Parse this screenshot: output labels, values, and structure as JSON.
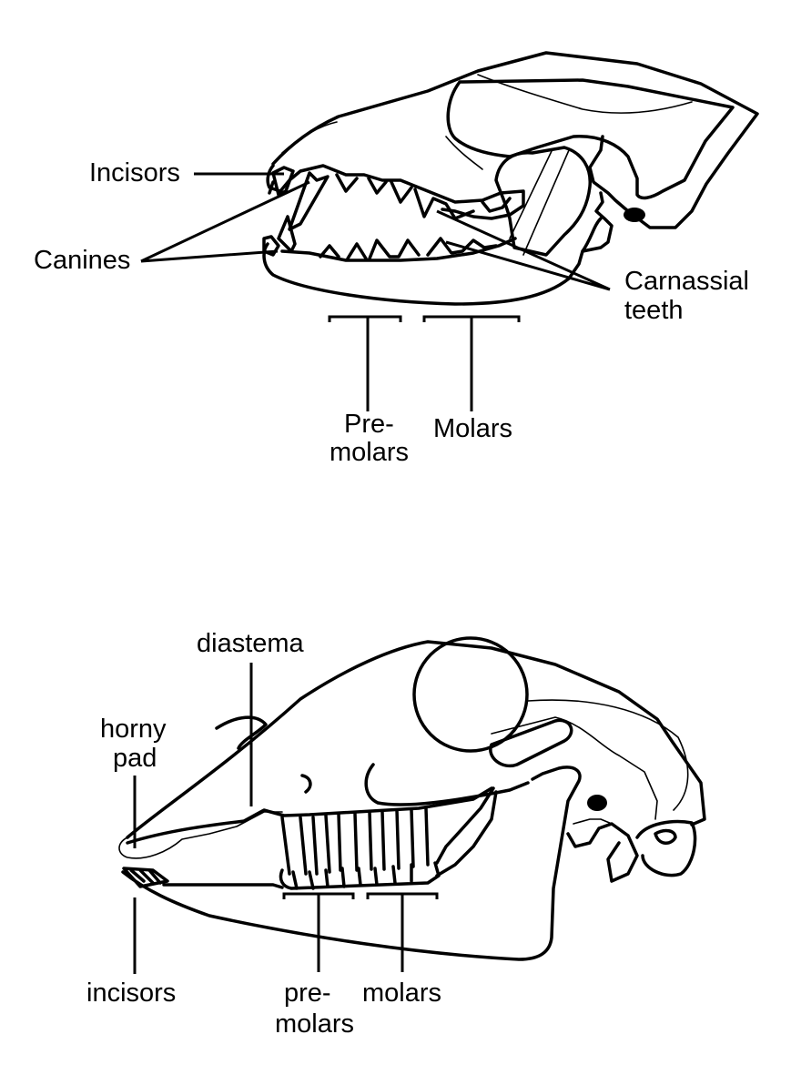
{
  "carnivore": {
    "labels": {
      "incisors": "Incisors",
      "canines": "Canines",
      "carnassial_line1": "Carnassial",
      "carnassial_line2": "teeth",
      "premolars_line1": "Pre-",
      "premolars_line2": "molars",
      "molars": "Molars"
    }
  },
  "herbivore": {
    "labels": {
      "diastema": "diastema",
      "horny_pad_line1": "horny",
      "horny_pad_line2": "pad",
      "incisors": "incisors",
      "premolars_line1": "pre-",
      "premolars_line2": "molars",
      "molars": "molars"
    }
  }
}
